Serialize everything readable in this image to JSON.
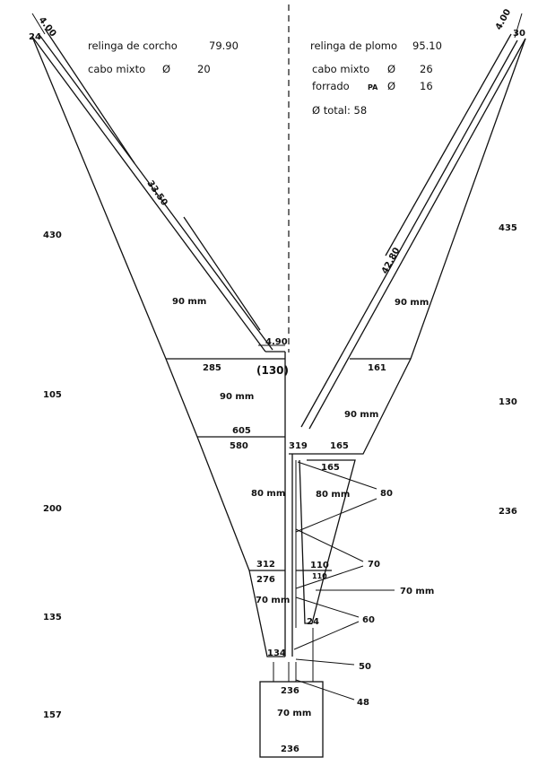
{
  "header_left": {
    "line1_label": "relinga de corcho",
    "line1_value": "79.90",
    "line2_label": "cabo mixto",
    "line2_symbol": "Ø",
    "line2_value": "20"
  },
  "header_right": {
    "line1_label": "relinga de plomo",
    "line1_value": "95.10",
    "line2_label": "cabo mixto",
    "line2_symbol": "Ø",
    "line2_value": "26",
    "line3_label": "forrado",
    "line3_sub": "PA",
    "line3_symbol": "Ø",
    "line3_value": "16",
    "line4_label": "Ø total: 58"
  },
  "rope_labels": {
    "left_top": "4.00",
    "left_mid": "33.50",
    "left_bottom": "4.90",
    "right_top": "4.00",
    "right_mid": "42.80"
  },
  "wing_top": {
    "left_corner": "24",
    "right_corner": "30"
  },
  "left_side_heights": [
    "430",
    "105",
    "200",
    "135",
    "157"
  ],
  "right_side_heights": [
    "435",
    "130",
    "236"
  ],
  "left_panel_dims": [
    "285",
    "(130)",
    "605",
    "580",
    "312",
    "276",
    "134"
  ],
  "right_panel_dims": [
    "161",
    "319",
    "165",
    "165",
    "110",
    "110",
    "24"
  ],
  "codend_dims": {
    "top": "236",
    "bottom": "236"
  },
  "mesh_sizes": {
    "left_wing": "90 mm",
    "right_wing": "90 mm",
    "left_square": "90 mm",
    "right_square": "90 mm",
    "left_belly": "80 mm",
    "right_belly": "80 mm",
    "left_lower": "70 mm",
    "codend": "70 mm"
  },
  "callouts": {
    "c80": "80",
    "c70a": "70",
    "c70b": "70 mm",
    "c60": "60",
    "c50": "50",
    "c48": "48"
  }
}
